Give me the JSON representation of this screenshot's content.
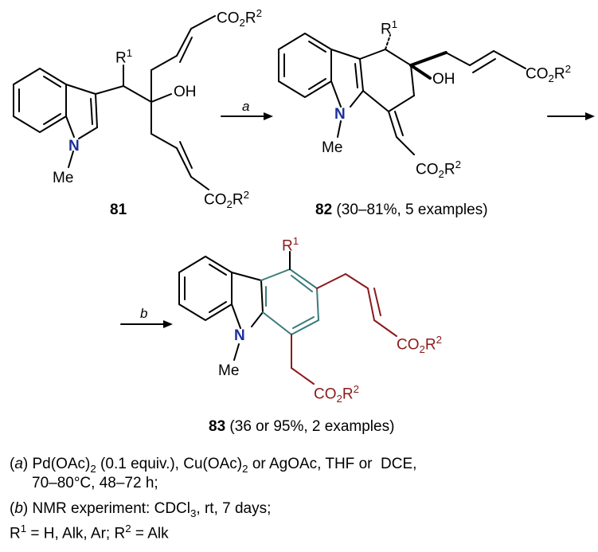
{
  "labels": {
    "co2r2": "CO2R2",
    "r1": "R1",
    "oh": "OH",
    "n": "N",
    "me": "Me"
  },
  "compounds": {
    "c81": {
      "number": "81",
      "yield": ""
    },
    "c82": {
      "number": "82",
      "yield": "(30–81%, 5 examples)"
    },
    "c83": {
      "number": "83",
      "yield": "(36 or 95%, 2 examples)"
    }
  },
  "arrows": {
    "a": "a",
    "b": "b"
  },
  "conditions": {
    "a_line1": "(a) Pd(OAc)2 (0.1 equiv.), Cu(OAc)2 or AgOAc, THF or  DCE,",
    "a_line2": "70–80°C, 48–72 h;",
    "b_line": "(b) NMR experiment: CDCl3, rt, 7 days;",
    "r_line": "R1 = H, Alk, Ar; R2 = Alk"
  },
  "colors": {
    "black": "#000000",
    "nitrogen_blue": "#1c2f9c",
    "new_chain_red": "#8b1a1a",
    "aromatic_teal": "#3a7a7a"
  }
}
